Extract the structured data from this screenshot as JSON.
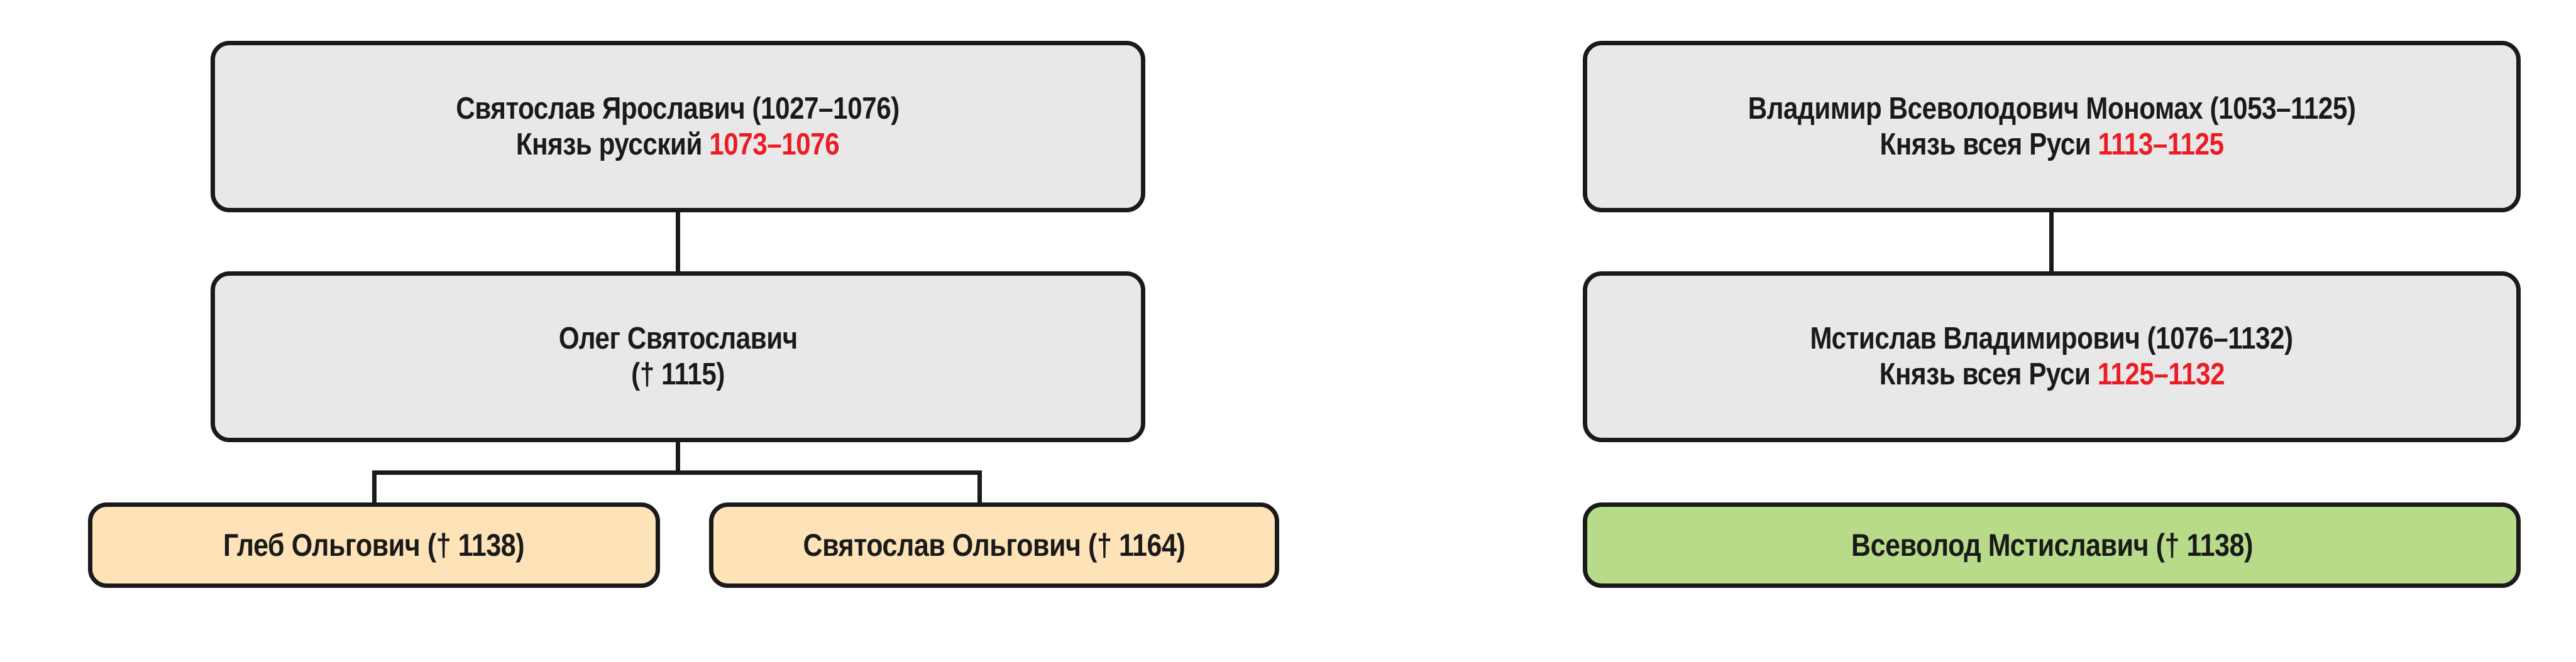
{
  "diagram": {
    "type": "genealogical-tree",
    "title": "",
    "colors": {
      "box_gray": "#e8e8e8",
      "box_peach": "#ffe3b8",
      "box_green": "#b8db8a",
      "border": "#1a1a1a",
      "text": "#1a1a1a",
      "reign_red": "#ed1c24",
      "background": "#ffffff"
    }
  },
  "left_branch": {
    "root": {
      "name_line": "Святослав Ярославич (1027–1076)",
      "title_prefix": "Князь русский ",
      "reign": "1073–1076"
    },
    "child": {
      "name_line": "Олег Святославич",
      "death_line": "(† 1115)"
    },
    "grandchildren": [
      {
        "label": "Глеб Ольгович († 1138)"
      },
      {
        "label": "Святослав Ольгович († 1164)"
      }
    ]
  },
  "right_branch": {
    "root": {
      "name_line": "Владимир Всеволодович Мономах (1053–1125)",
      "title_prefix": "Князь всея Руси ",
      "reign": "1113–1125"
    },
    "child": {
      "name_line": "Мстислав Владимирович (1076–1132)",
      "title_prefix": "Князь всея Руси ",
      "reign": "1125–1132"
    },
    "grandchild": {
      "label": "Всеволод Мстиславич († 1138)"
    }
  }
}
